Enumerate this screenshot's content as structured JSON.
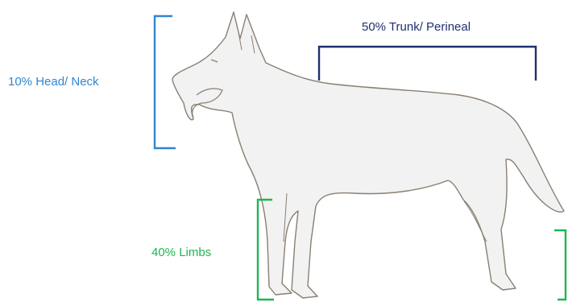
{
  "labels": {
    "head_neck": "10% Head/ Neck",
    "trunk_perineal": "50% Trunk/ Perineal",
    "limbs": "40% Limbs"
  },
  "colors": {
    "head_neck": "#2f86d1",
    "trunk_perineal": "#1f2f6e",
    "limbs": "#1fb552",
    "dog_fill": "#f2f2f2",
    "dog_outline": "#8a7f72"
  },
  "icons": {
    "dog": "dog-silhouette-icon"
  }
}
